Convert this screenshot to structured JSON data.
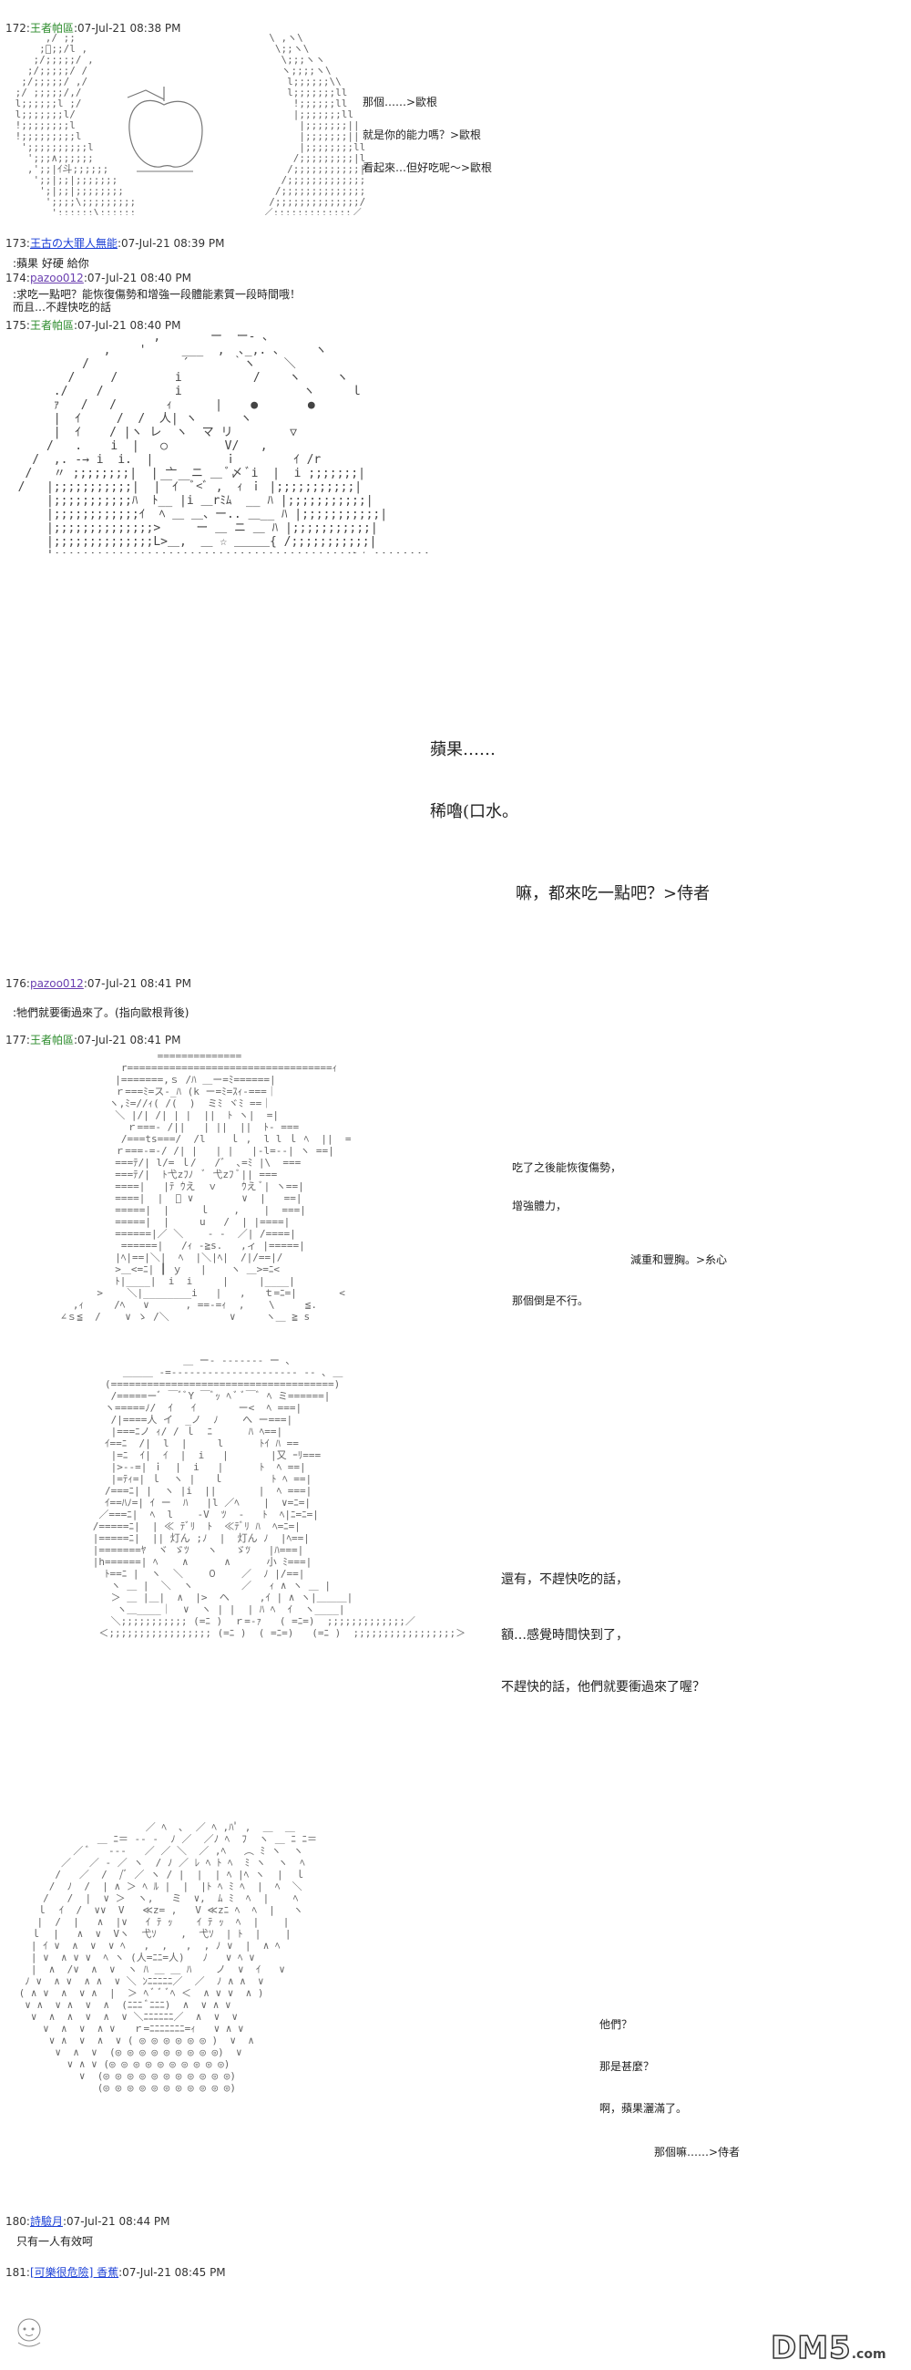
{
  "posts": [
    {
      "num": "172:",
      "name": "王者帕區",
      "date": ":07-Jul-21 08:38 PM",
      "body": ""
    },
    {
      "num": "173:",
      "name": "王古の大罪人無能",
      "date": ":07-Jul-21 08:39 PM",
      "body": ":蘋果  好硬  給你"
    },
    {
      "num": "174:",
      "name": "pazoo012",
      "date": ":07-Jul-21 08:40 PM",
      "body": ":求吃一點吧？能恢復傷勢和增強一段體能素質一段時間哦！",
      "body2": "而且…不趕快吃的話"
    },
    {
      "num": "175:",
      "name": "王者帕區",
      "date": ":07-Jul-21 08:40 PM",
      "body": ""
    },
    {
      "num": "176:",
      "name": "pazoo012",
      "date": ":07-Jul-21 08:41 PM",
      "body": ":牠們就要衝過來了。(指向歐根背後)"
    },
    {
      "num": "177:",
      "name": "王者帕區",
      "date": ":07-Jul-21 08:41 PM",
      "body": ""
    },
    {
      "num": "180:",
      "name": "詩驗月",
      "date": ":07-Jul-21 08:44 PM",
      "body": "只有一人有效呵"
    },
    {
      "num": "181:",
      "name": "[可樂很危險] 香蕉",
      "date": ":07-Jul-21 08:45 PM",
      "body": ""
    }
  ],
  "dialog": {
    "p172": [
      "那個……>歐根",
      "就是你的能力嗎？>歐根",
      "看起來…但好吃呢～>歐根"
    ],
    "p175": [
      "蘋果……",
      "稀嚕(口水。",
      "嘛，都來吃一點吧？>侍者"
    ],
    "p177a": [
      "吃了之後能恢復傷勢，",
      "增強體力，",
      "減重和豐胸。>糸心",
      "那個倒是不行。"
    ],
    "p177b": [
      "還有，不趕快吃的話，",
      "額…感覺時間快到了，",
      "不趕快的話，他們就要衝過來了喔？"
    ],
    "p177c": [
      "他們？",
      "那是甚麼？",
      "啊，蘋果灑滿了。",
      "那個嘛……>侍者"
    ]
  },
  "logo": {
    "text": "DM5",
    "suffix": ".com"
  }
}
